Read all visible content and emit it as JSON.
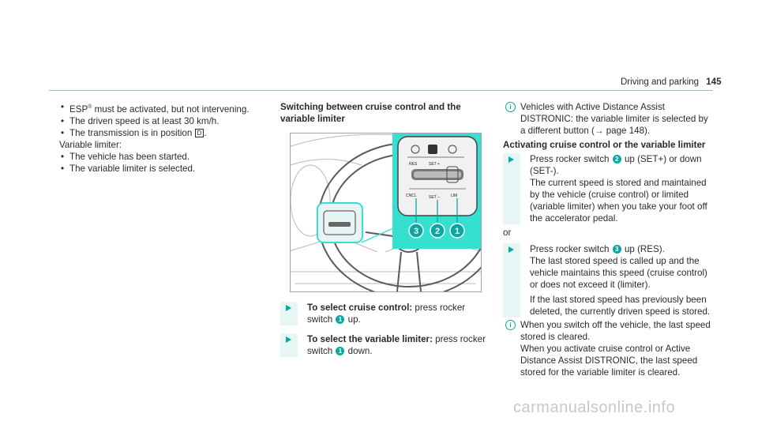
{
  "header": {
    "section": "Driving and parking",
    "page": "145"
  },
  "col1": {
    "bullets_a": [
      {
        "pre": "ESP",
        "sup": "®",
        "post": " must be activated, but not intervening."
      },
      {
        "text": "The driven speed is at least 30 km/h."
      },
      {
        "pre": "The transmission is in position ",
        "sym": "D",
        "post": "."
      }
    ],
    "variable_label": "Variable limiter:",
    "bullets_b": [
      "The vehicle has been started.",
      "The variable limiter is selected."
    ]
  },
  "col2": {
    "heading": "Switching between cruise control and the variable limiter",
    "figure": {
      "labels": {
        "res": "RES",
        "set_plus": "SET +",
        "cncl": "CNCL",
        "set_minus": "SET –",
        "lim": "LIM"
      },
      "callouts": [
        "3",
        "2",
        "1"
      ]
    },
    "steps": [
      {
        "bold": "To select cruise control:",
        "pre": " press rocker switch ",
        "num": "1",
        "post": " up."
      },
      {
        "bold": "To select the variable limiter:",
        "pre": " press rocker switch ",
        "num": "1",
        "post": " down."
      }
    ]
  },
  "col3": {
    "note1": {
      "icon": "i",
      "pre": "Vehicles with Active Distance Assist DISTRONIC: the variable limiter is selected by a different button (",
      "arrow": "→",
      "post": " page 148)."
    },
    "heading": "Activating cruise control or the variable limiter",
    "step1": {
      "pre": "Press rocker switch ",
      "num": "2",
      "post": " up (SET+) or down (SET-).",
      "line2": "The current speed is stored and maintained by the vehicle (cruise control) or limited (variable limiter) when you take your foot off the accelerator pedal."
    },
    "or": "or",
    "step2": {
      "pre": "Press rocker switch ",
      "num": "3",
      "post": " up (RES).",
      "line2": "The last stored speed is called up and the vehicle maintains this speed (cruise control) or does not exceed it (limiter).",
      "line3": "If the last stored speed has previously been deleted, the currently driven speed is stored."
    },
    "note2": {
      "icon": "i",
      "line1": "When you switch off the vehicle, the last speed stored is cleared.",
      "line2": "When you activate cruise control or Active Distance Assist DISTRONIC, the last speed stored for the variable limiter is cleared."
    }
  },
  "watermark": "carmanualsonline.info",
  "colors": {
    "accent": "#0aa6a2",
    "highlight": "#35e0d0",
    "tint": "#e6f6f5"
  }
}
